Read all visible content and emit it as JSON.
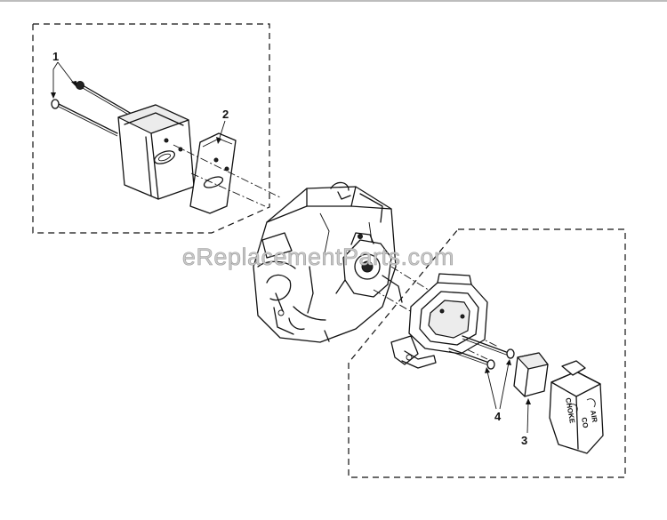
{
  "diagram": {
    "callouts": [
      {
        "id": "1",
        "label": "1"
      },
      {
        "id": "2",
        "label": "2"
      },
      {
        "id": "3",
        "label": "3"
      },
      {
        "id": "4",
        "label": "4"
      }
    ],
    "watermark": "eReplacementParts.com"
  }
}
